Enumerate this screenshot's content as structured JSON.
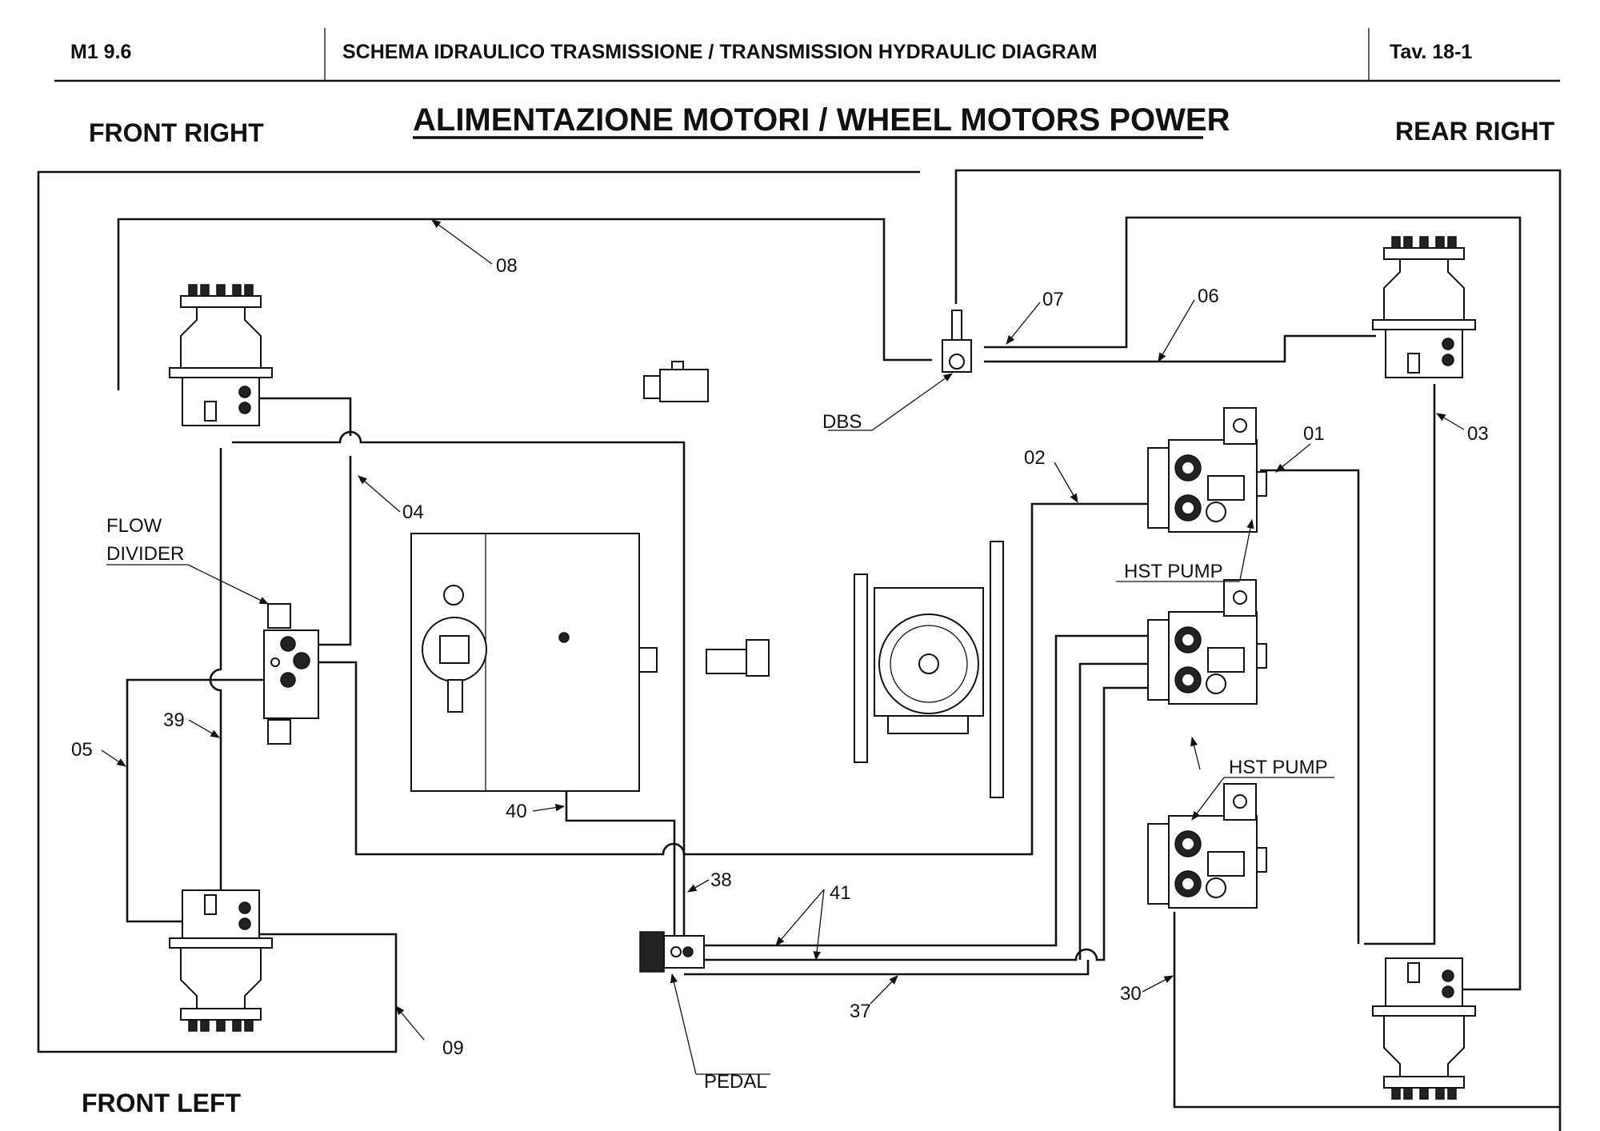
{
  "header": {
    "model": "M1 9.6",
    "doc_title": "SCHEMA IDRAULICO TRASMISSIONE / TRANSMISSION HYDRAULIC DIAGRAM",
    "sheet": "Tav.  18-1"
  },
  "diagram": {
    "title": "ALIMENTAZIONE MOTORI / WHEEL MOTORS POWER",
    "corners": {
      "front_right": "FRONT RIGHT",
      "rear_right": "REAR RIGHT",
      "front_left": "FRONT LEFT"
    },
    "components": {
      "flow_divider_1": "FLOW",
      "flow_divider_2": "DIVIDER",
      "dbs": "DBS",
      "hst_pump_1": "HST PUMP",
      "hst_pump_2": "HST PUMP",
      "pedal": "PEDAL"
    },
    "pipes": {
      "p01": "01",
      "p02": "02",
      "p03": "03",
      "p04": "04",
      "p05": "05",
      "p06": "06",
      "p07": "07",
      "p08": "08",
      "p09": "09",
      "p30": "30",
      "p37": "37",
      "p38": "38",
      "p39": "39",
      "p40": "40",
      "p41": "41"
    }
  }
}
